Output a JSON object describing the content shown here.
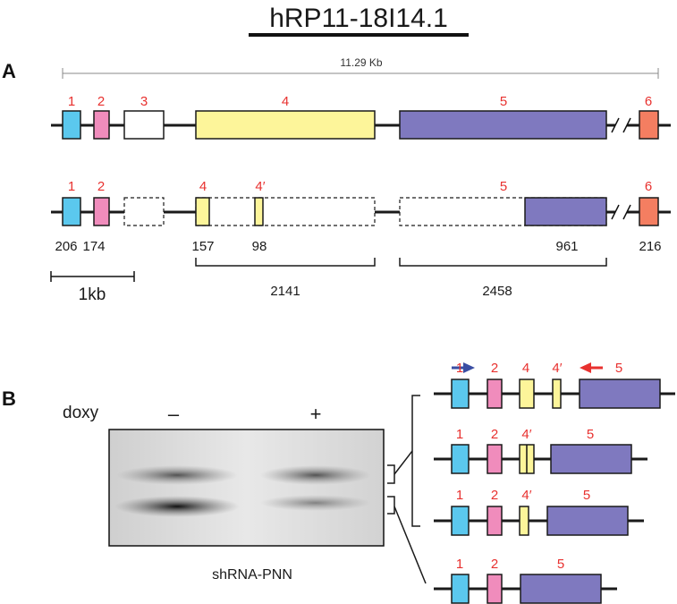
{
  "title": "hRP11-18I14.1",
  "panel_a": {
    "label": "A",
    "scale_label": "11.29 Kb",
    "exon_labels_top": [
      "1",
      "2",
      "3",
      "4",
      "5",
      "6"
    ],
    "exon_labels_bottom": [
      "1",
      "2",
      "4",
      "4′",
      "5",
      "6"
    ],
    "sizes": [
      "206",
      "174",
      "157",
      "98",
      "961",
      "216"
    ],
    "bracket_values": [
      "2141",
      "2458"
    ],
    "scalebar_label": "1kb"
  },
  "panel_b": {
    "label": "B",
    "doxy_label": "doxy",
    "minus_label": "–",
    "plus_label": "+",
    "gel_caption": "shRNA-PNN",
    "isoforms": [
      [
        "1",
        "2",
        "4",
        "4′",
        "5"
      ],
      [
        "1",
        "2",
        "4′",
        "5"
      ],
      [
        "1",
        "2",
        "4′",
        "5"
      ],
      [
        "1",
        "2",
        "5"
      ]
    ]
  },
  "colors": {
    "exon1": "#5bc8ee",
    "exon2": "#f08cbc",
    "exon4": "#fdf59a",
    "exon5": "#7f79bf",
    "exon6": "#f47e61",
    "label_red": "#e8312f",
    "arrow_blue": "#3a4ea3",
    "arrow_red": "#e8312f"
  }
}
